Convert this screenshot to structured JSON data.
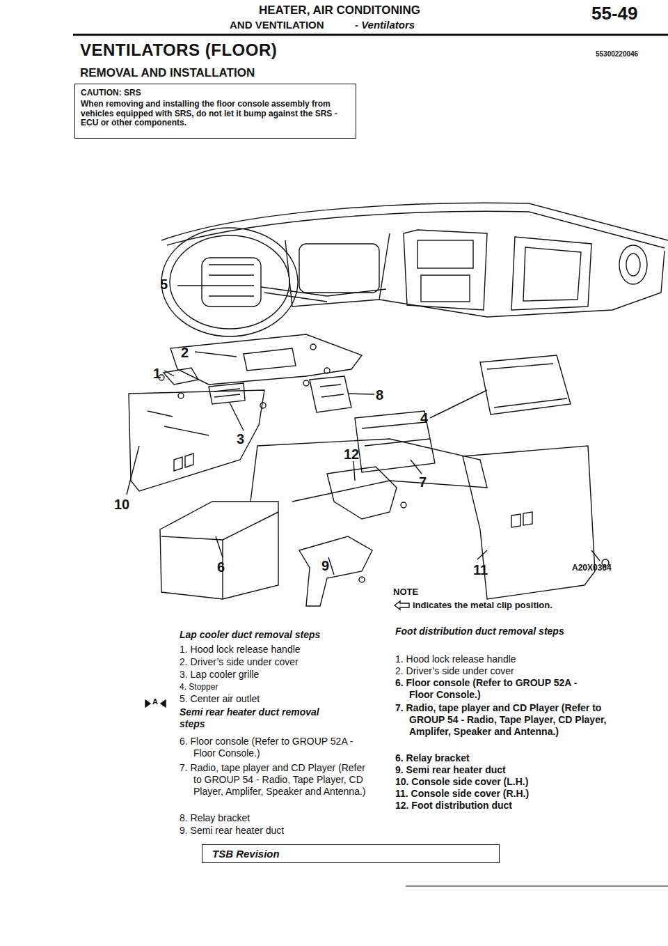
{
  "diagram": {
    "title": "VENTILATORS (FLOOR)",
    "nodes": [
      {
        "text": [
          "CAUTION: SRS",
          "When removing and installing the floor console assembly from vehicles equipped with SRS, do not let it bump against the SRS - ECU or other components."
        ]
      },
      {
        "text": [
          "TSB Revision"
        ]
      }
    ],
    "labels": [
      "HEATER, AIR CONDITONING",
      "AND VENTILATION",
      "- Ventilators",
      "55-49",
      "55300220046",
      "REMOVAL AND INSTALLATION",
      "5",
      "2",
      "1",
      "8",
      "4",
      "3",
      "12",
      "7",
      "10",
      "6",
      "9",
      "11",
      "A20X0364",
      "NOTE",
      "indicates the metal clip position.",
      "Lap cooler duct removal steps",
      "1. Hood lock release handle",
      "2. Driver’s side under cover",
      "3. Lap cooler grille",
      "4. Stopper",
      "5. Center air outlet",
      "A",
      "Semi rear heater duct removal steps",
      "6. Floor console (Refer to GROUP 52A - Floor Console.)",
      "7. Radio, tape player and CD Player (Refer to GROUP 54 - Radio, Tape Player, CD Player, Amplifer, Speaker and Antenna.)",
      "8. Relay bracket",
      "9. Semi rear heater duct",
      "Foot distribution duct removal steps",
      "1. Hood lock release handle",
      "2. Driver’s side under cover",
      "6. Floor console (Refer to GROUP 52A - Floor Console.)",
      "7. Radio, tape player and CD Player (Refer to GROUP 54 - Radio, Tape Player, CD Player, Amplifer, Speaker and Antenna.)",
      "6. Relay bracket",
      "9. Semi rear heater duct",
      "10. Console side cover (L.H.)",
      "11. Console side cover (R.H.)",
      "12. Foot distribution duct"
    ]
  }
}
